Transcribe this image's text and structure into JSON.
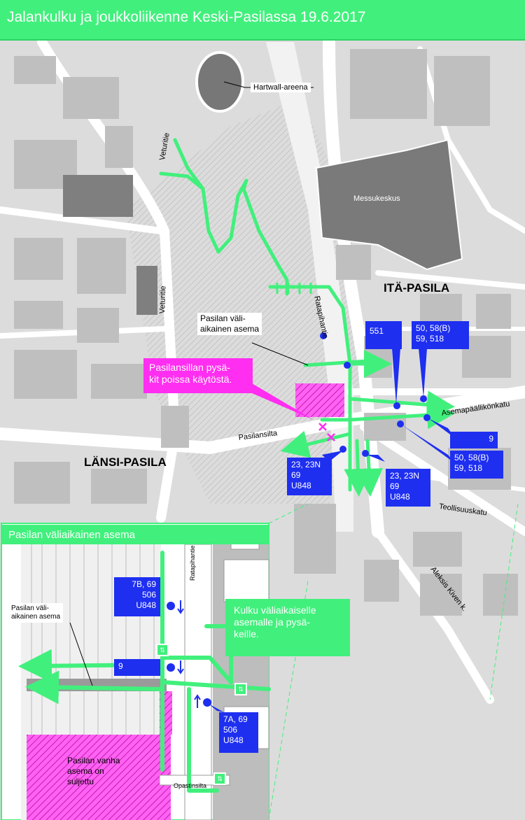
{
  "title": "Jalankulku ja joukkoliikenne Keski-Pasilassa 19.6.2017",
  "colors": {
    "walk_green": "#41f07c",
    "bus_blue": "#1e2ff0",
    "closed_magenta": "#ff2ef0",
    "building_dark": "#7a7a7a",
    "building_light": "#bfbfbf",
    "ground": "#dcdcdc",
    "road": "#ffffff"
  },
  "places": {
    "hartwall": "Hartwall-areena",
    "messukeskus": "Messukeskus",
    "ita_pasila": "ITÄ-PASILA",
    "lansi_pasila": "LÄNSI-PASILA"
  },
  "streets": {
    "veturitie_north": "Veturitie",
    "veturitie_south": "Veturitie",
    "ratapihantie": "Ratapihantie",
    "asemapaallikonkatu": "Asemapäällikönkatu",
    "pasilansilta": "Pasilansilta",
    "teollisuuskatu": "Teollisuuskatu",
    "aleksis_kiven": "Aleksis Kiven k."
  },
  "callouts": {
    "temp_station": "Pasilan väli-\naikainen asema",
    "closed_stops": "Pasilansillan pysä-\nkit poissa käytöstä."
  },
  "bus_stops": {
    "s551": "551",
    "s50a": "50, 58(B)\n59, 518",
    "s9": "9",
    "s50b": "50, 58(B)\n59, 518",
    "s23a": "23, 23N\n69\nU848",
    "s23b": "23, 23N\n69\nU848"
  },
  "inset": {
    "title": "Pasilan väliaikainen asema",
    "street": "Ratapihantie",
    "station_label": "Pasilan väli-\naikainen asema",
    "old_station": "Pasilan vanha\nasema on\nsuljettu",
    "bridge": "Opastinsilta",
    "note": "Kulku väliaikaiselle\nasemalle ja pysä-\nkeille.",
    "stop_7b": "7B, 69\n506\nU848",
    "stop_9": "9",
    "stop_7a": "7A, 69\n506\nU848",
    "elevator_icon": "elevator-icon",
    "arrow_icon": "arrow-icon"
  }
}
